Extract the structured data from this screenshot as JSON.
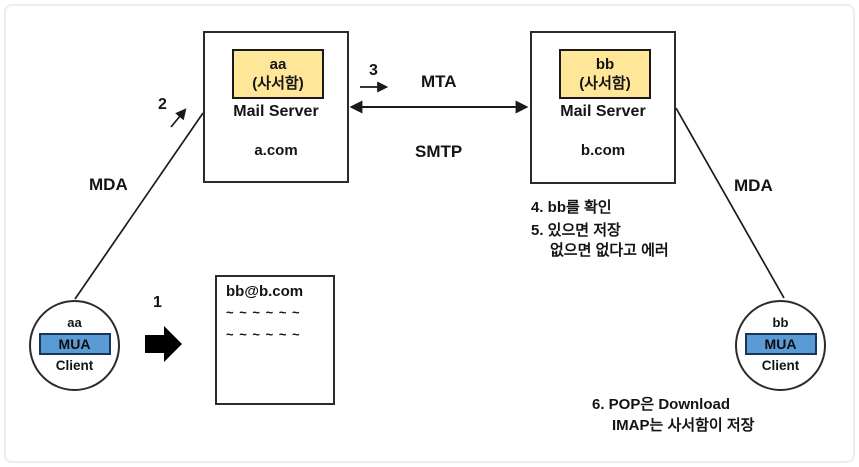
{
  "diagram": {
    "client_a": {
      "name": "aa",
      "mua_label": "MUA",
      "role_label": "Client"
    },
    "client_b": {
      "name": "bb",
      "mua_label": "MUA",
      "role_label": "Client"
    },
    "server_a": {
      "mailbox_owner": "aa",
      "mailbox_note": "(사서함)",
      "server_label": "Mail Server",
      "domain": "a.com"
    },
    "server_b": {
      "mailbox_owner": "bb",
      "mailbox_note": "(사서함)",
      "server_label": "Mail Server",
      "domain": "b.com"
    },
    "message": {
      "recipient": "bb@b.com",
      "body_line1": "~ ~ ~ ~ ~ ~",
      "body_line2": "~ ~ ~ ~ ~ ~"
    },
    "labels": {
      "step1": "1",
      "step2": "2",
      "step3": "3",
      "mda_left": "MDA",
      "mta": "MTA",
      "smtp": "SMTP",
      "mda_right": "MDA"
    },
    "notes": {
      "step4": "4. bb를 확인",
      "step5_line1": "5. 있으면 저장",
      "step5_line2": "없으면 없다고 에러",
      "step6_line1": "6. POP은 Download",
      "step6_line2": "IMAP는 사서함이 저장"
    },
    "colors": {
      "mailbox_fill": "#FFE699",
      "mailbox_border": "#1a1a1a",
      "mua_fill": "#5B9BD5",
      "mua_border": "#17365d",
      "line_color": "#1a1a1a",
      "frame_border": "#ededed"
    }
  }
}
